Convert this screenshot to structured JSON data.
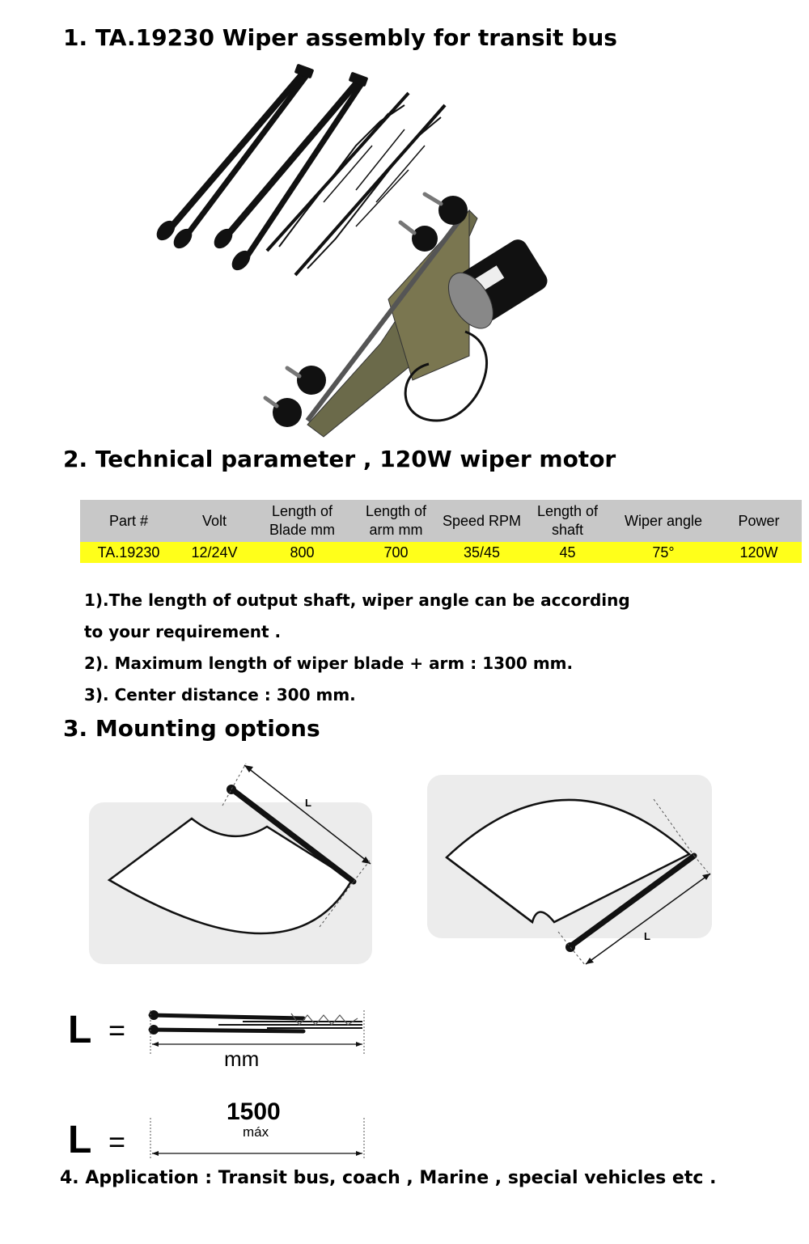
{
  "headings": {
    "section1": "1. TA.19230 Wiper assembly for transit bus",
    "section2": "2. Technical parameter , 120W wiper motor",
    "section3": "3. Mounting options",
    "section4": "4. Application : Transit bus, coach , Marine , special vehicles etc ."
  },
  "spec_table": {
    "columns": [
      "Part #",
      "Volt",
      "Length of Blade mm",
      "Length of arm mm",
      "Speed RPM",
      "Length of shaft",
      "Wiper angle",
      "Power"
    ],
    "row": [
      "TA.19230",
      "12/24V",
      "800",
      "700",
      "35/45",
      "45",
      "75°",
      "120W"
    ],
    "colors": {
      "header_bg": "#c8c8c8",
      "row_bg": "#ffff1a"
    }
  },
  "notes": {
    "line1a": "1).The length of output shaft, wiper angle can be according",
    "line1b": "to your requirement .",
    "line2": "2). Maximum length of wiper blade + arm : 1300 mm.",
    "line3": "3). Center distance : 300 mm."
  },
  "mounting": {
    "left_label": "L",
    "right_label": "L"
  },
  "formula": {
    "L_symbol": "L",
    "equals": "=",
    "unit_mm": "mm",
    "max_value": "1500",
    "max_label": "máx"
  }
}
